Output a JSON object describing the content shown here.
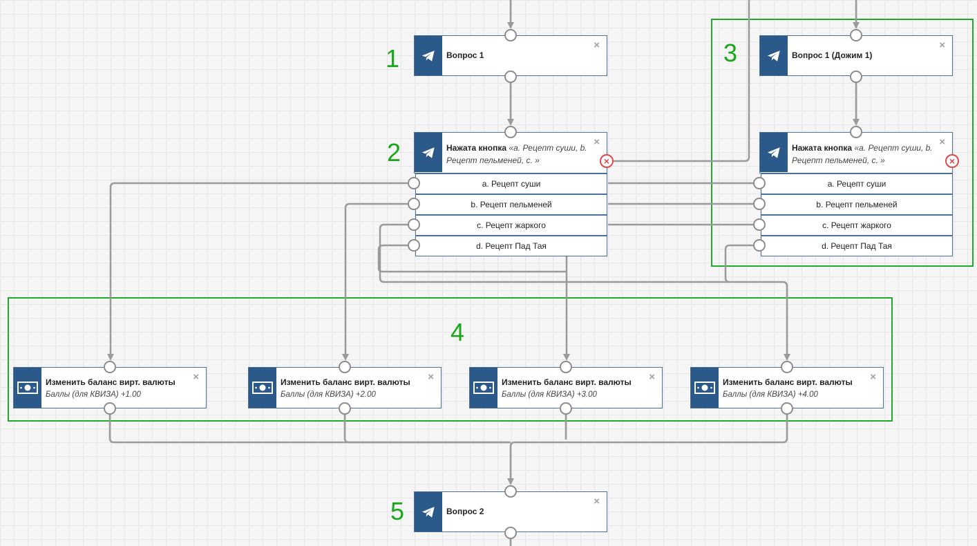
{
  "groups": {
    "g1": "1",
    "g2": "2",
    "g3": "3",
    "g4": "4",
    "g5": "5"
  },
  "nodes": {
    "q1": {
      "title": "Вопрос 1",
      "close": "×",
      "icon": "telegram-icon"
    },
    "btn_a": {
      "title": "Нажата кнопка",
      "desc": "«a. Рецепт суши, b. Рецепт пельменей, c. »",
      "close": "×",
      "icon": "telegram-icon",
      "error": "×"
    },
    "q1d": {
      "title": "Вопрос 1 (Дожим 1)",
      "close": "×",
      "icon": "telegram-icon"
    },
    "btn_b": {
      "title": "Нажата кнопка",
      "desc": "«a. Рецепт суши, b. Рецепт пельменей, c. »",
      "close": "×",
      "icon": "telegram-icon",
      "error": "×"
    },
    "q2": {
      "title": "Вопрос 2",
      "close": "×",
      "icon": "telegram-icon"
    }
  },
  "options": [
    "a. Рецепт суши",
    "b. Рецепт пельменей",
    "c. Рецепт жаркого",
    "d. Рецепт Пад Тая"
  ],
  "balance": [
    {
      "title": "Изменить баланс вирт. валюты",
      "desc": "Баллы (для КВИЗА) +1.00",
      "close": "×",
      "icon": "money-icon"
    },
    {
      "title": "Изменить баланс вирт. валюты",
      "desc": "Баллы (для КВИЗА) +2.00",
      "close": "×",
      "icon": "money-icon"
    },
    {
      "title": "Изменить баланс вирт. валюты",
      "desc": "Баллы (для КВИЗА) +3.00",
      "close": "×",
      "icon": "money-icon"
    },
    {
      "title": "Изменить баланс вирт. валюты",
      "desc": "Баллы (для КВИЗА) +4.00",
      "close": "×",
      "icon": "money-icon"
    }
  ],
  "colors": {
    "accent": "#2b5a8a",
    "group_border": "#22a82a",
    "wire": "#9a9a9a",
    "error": "#e04848"
  }
}
